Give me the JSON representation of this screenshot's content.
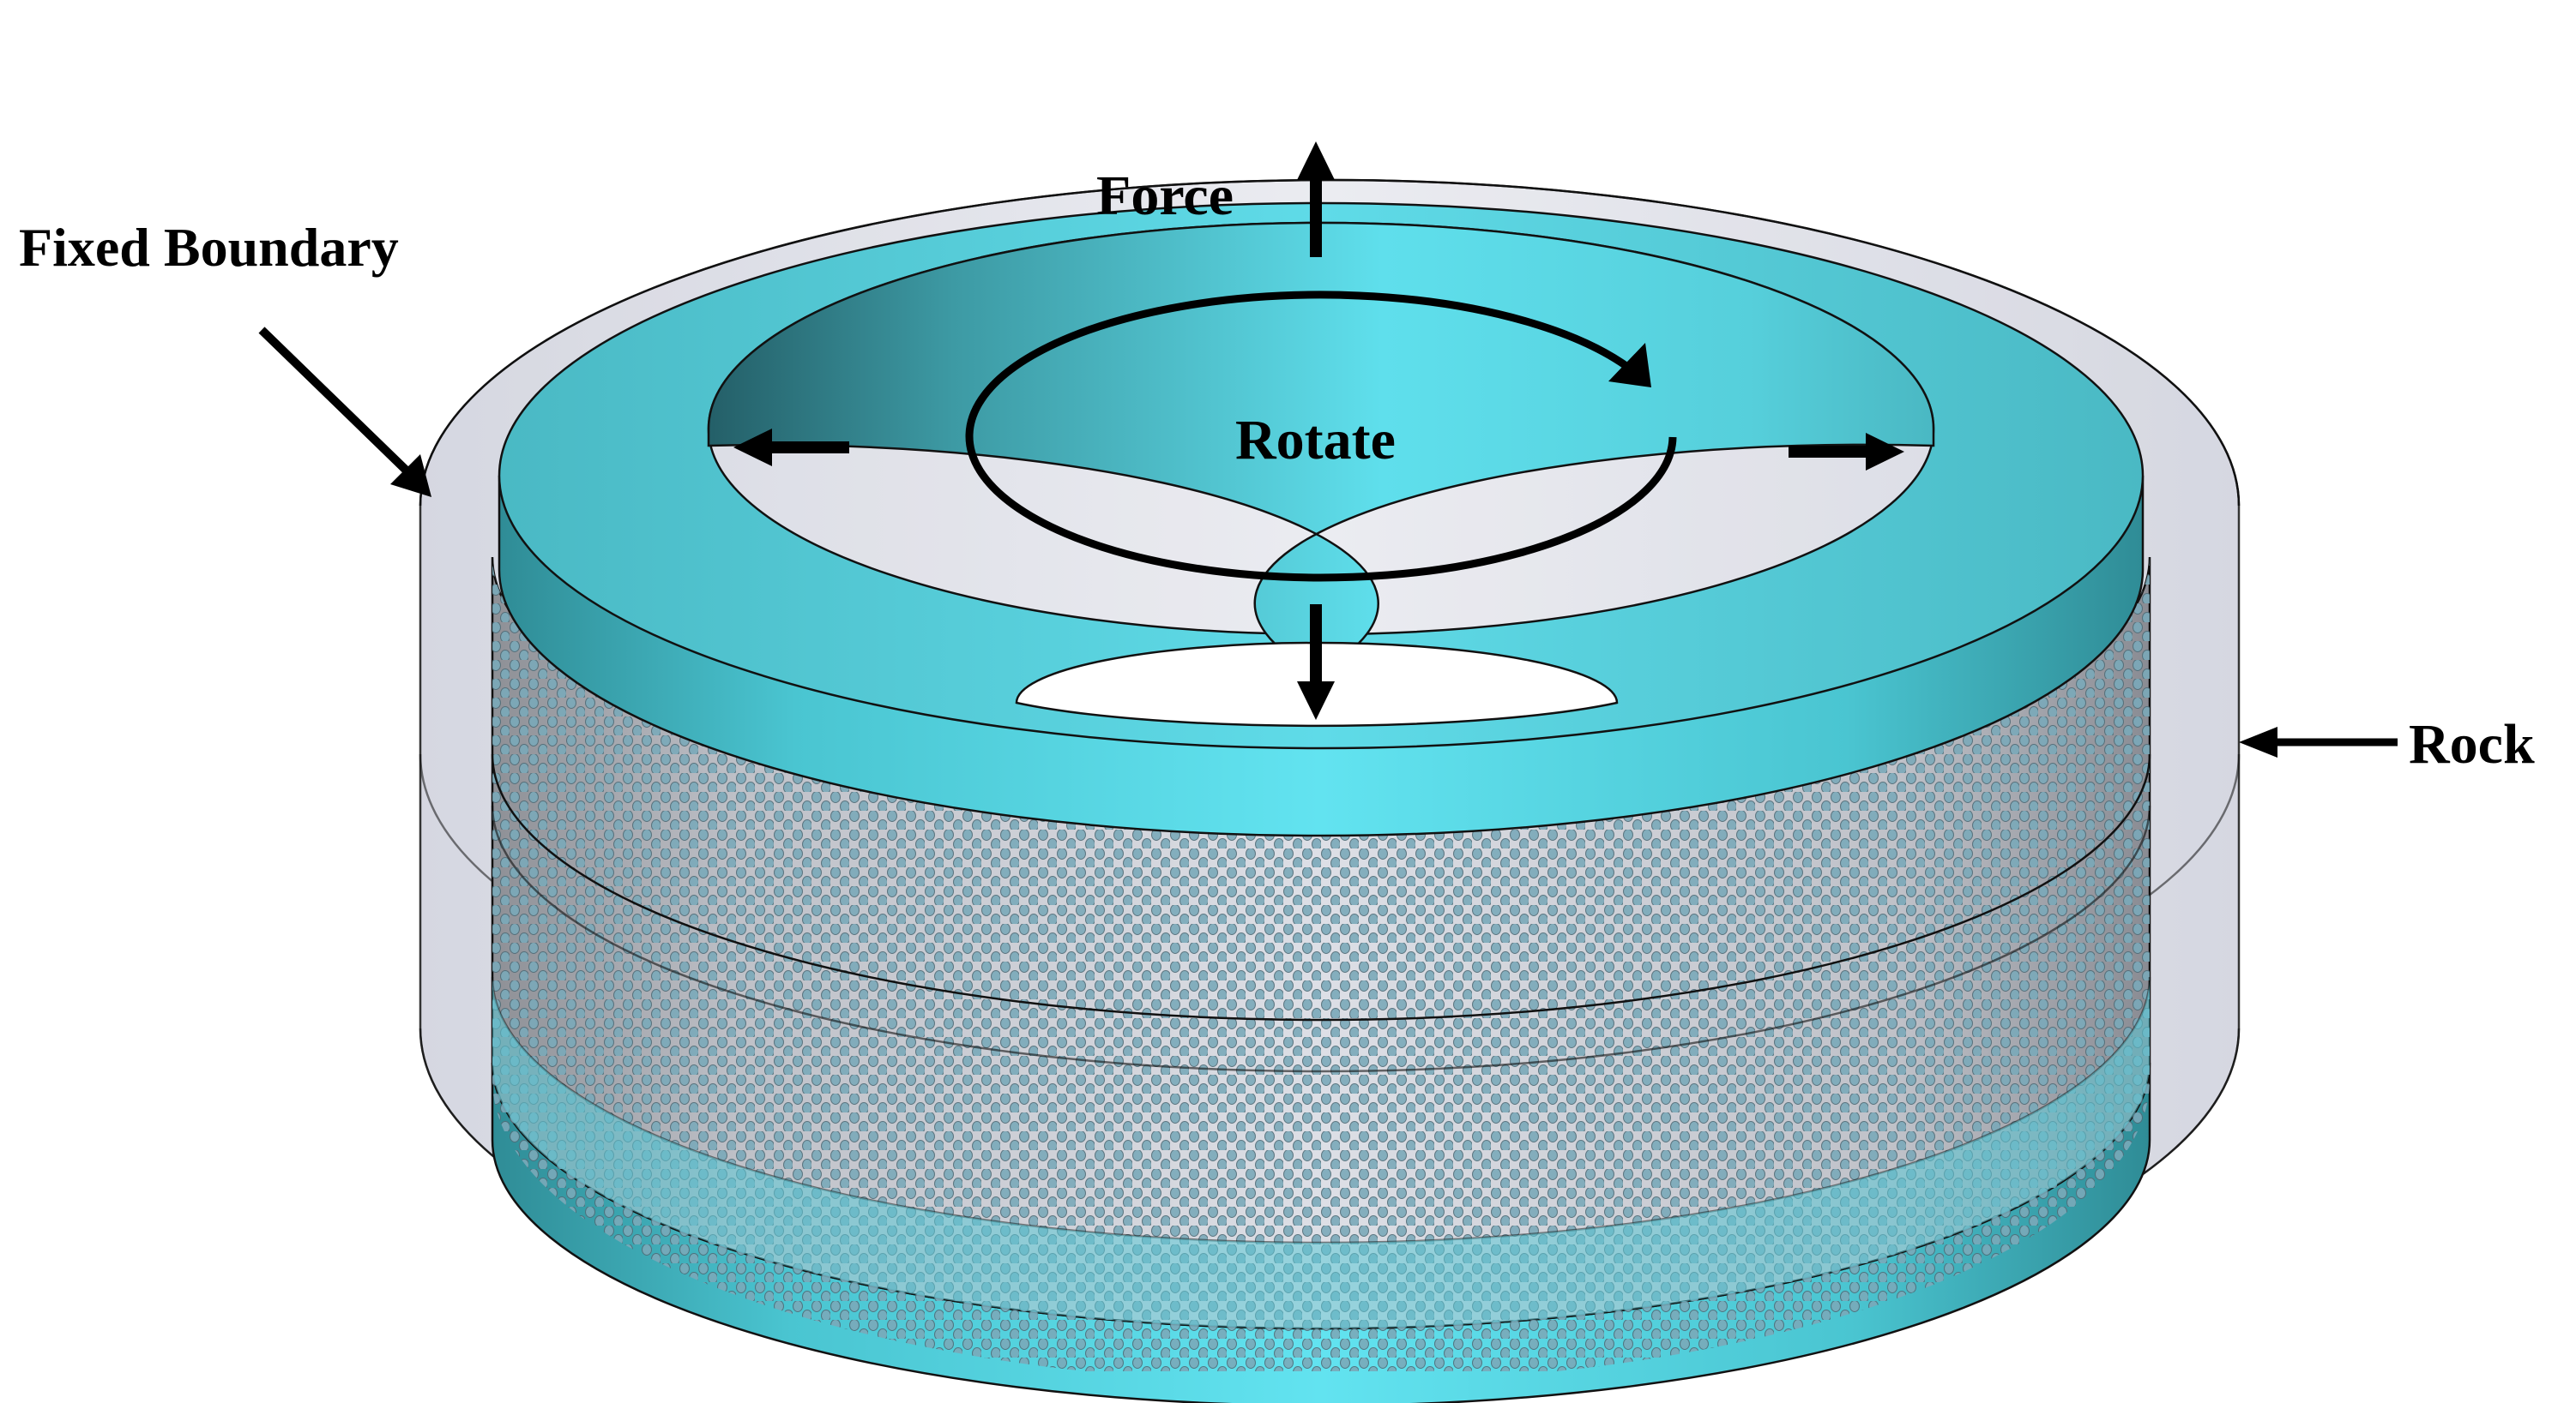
{
  "diagram": {
    "labels": {
      "force": "Force",
      "rotate": "Rotate",
      "fixed_boundary": "Fixed Boundary",
      "rock": "Rock"
    },
    "components": {
      "outer_ring": "rock",
      "middle_sleeve": "perforated liner",
      "inner_cylinder": "rotating body"
    },
    "colors": {
      "cyan_light": "#62e3f0",
      "cyan_mid": "#4cc4cf",
      "cyan_dark": "#2a6f79",
      "rock_gray": "#d9dbe5",
      "liner_gray": "#c9cbd2",
      "hole_color": "#7aa9b9",
      "arrow": "#000000"
    }
  }
}
